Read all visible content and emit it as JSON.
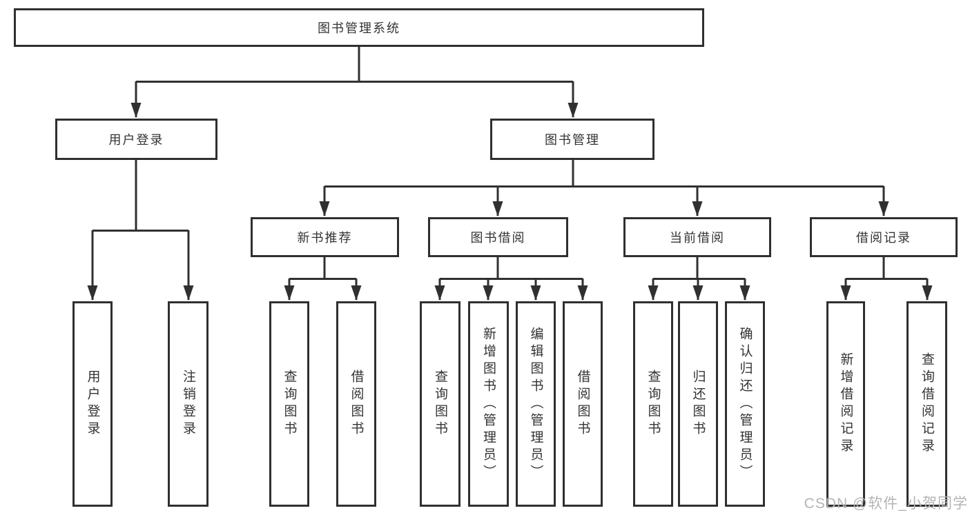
{
  "tree": {
    "root": {
      "label": "图书管理系统"
    },
    "branches": [
      {
        "label": "用户登录",
        "children": [
          {
            "label": "用户登录"
          },
          {
            "label": "注销登录"
          }
        ]
      },
      {
        "label": "图书管理",
        "children": [
          {
            "label": "新书推荐",
            "children": [
              {
                "label": "查询图书"
              },
              {
                "label": "借阅图书"
              }
            ]
          },
          {
            "label": "图书借阅",
            "children": [
              {
                "label": "查询图书"
              },
              {
                "label": "新增图书（管理员）"
              },
              {
                "label": "编辑图书（管理员）"
              },
              {
                "label": "借阅图书"
              }
            ]
          },
          {
            "label": "当前借阅",
            "children": [
              {
                "label": "查询图书"
              },
              {
                "label": "归还图书"
              },
              {
                "label": "确认归还（管理员）"
              }
            ]
          },
          {
            "label": "借阅记录",
            "children": [
              {
                "label": "新增借阅记录"
              },
              {
                "label": "查询借阅记录"
              }
            ]
          }
        ]
      }
    ]
  },
  "watermark": "CSDN @软件_小贺同学",
  "colors": {
    "line": "#303030",
    "border": "#2f2f2f",
    "text": "#333333",
    "watermark": "#b4b4b4",
    "background": "#ffffff"
  }
}
